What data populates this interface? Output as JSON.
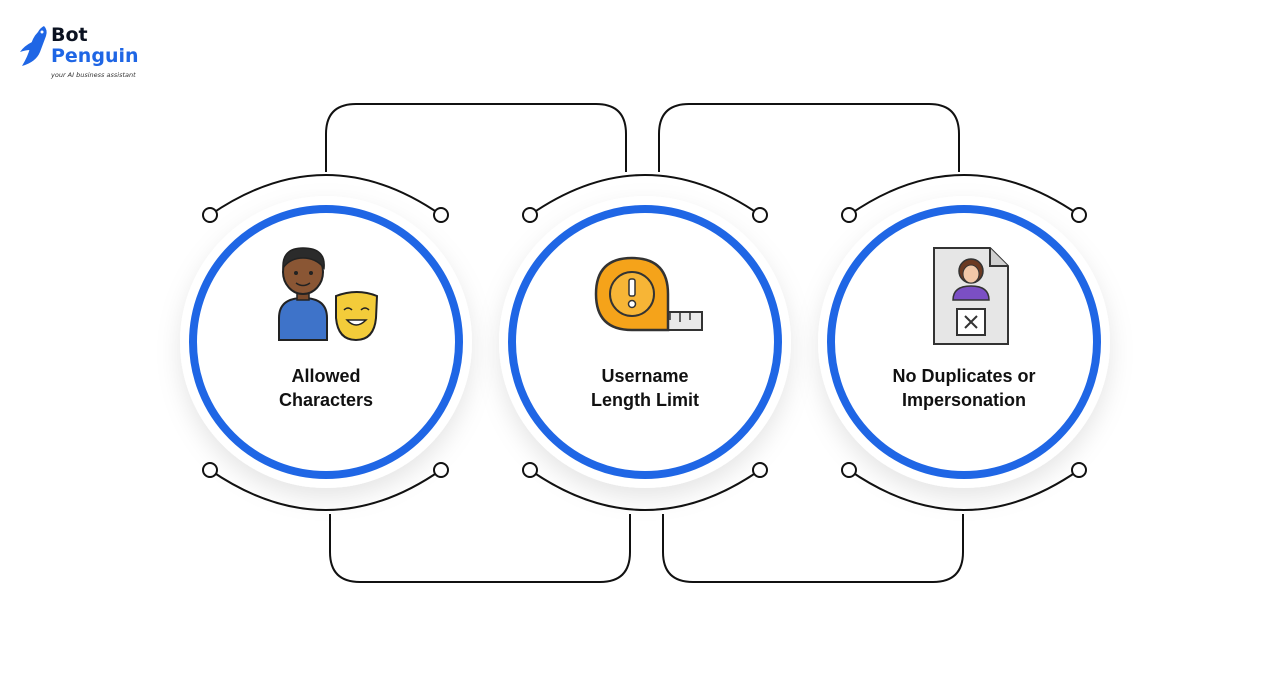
{
  "brand": {
    "name_line1": "Bot",
    "name_line2": "Penguin",
    "tagline": "your AI business assistant",
    "accent_color": "#1f66e5"
  },
  "nodes": [
    {
      "id": "allowed-characters",
      "label_lines": [
        "Allowed",
        "Characters"
      ],
      "icon": "person-with-mask-icon"
    },
    {
      "id": "username-length-limit",
      "label_lines": [
        "Username",
        "Length Limit"
      ],
      "icon": "measuring-tape-warning-icon"
    },
    {
      "id": "no-duplicates",
      "label_lines": [
        "No Duplicates or",
        "Impersonation"
      ],
      "icon": "document-profile-rejected-icon"
    }
  ],
  "colors": {
    "ring": "#1f66e5",
    "line": "#111111",
    "tape": "#f5a31a"
  }
}
